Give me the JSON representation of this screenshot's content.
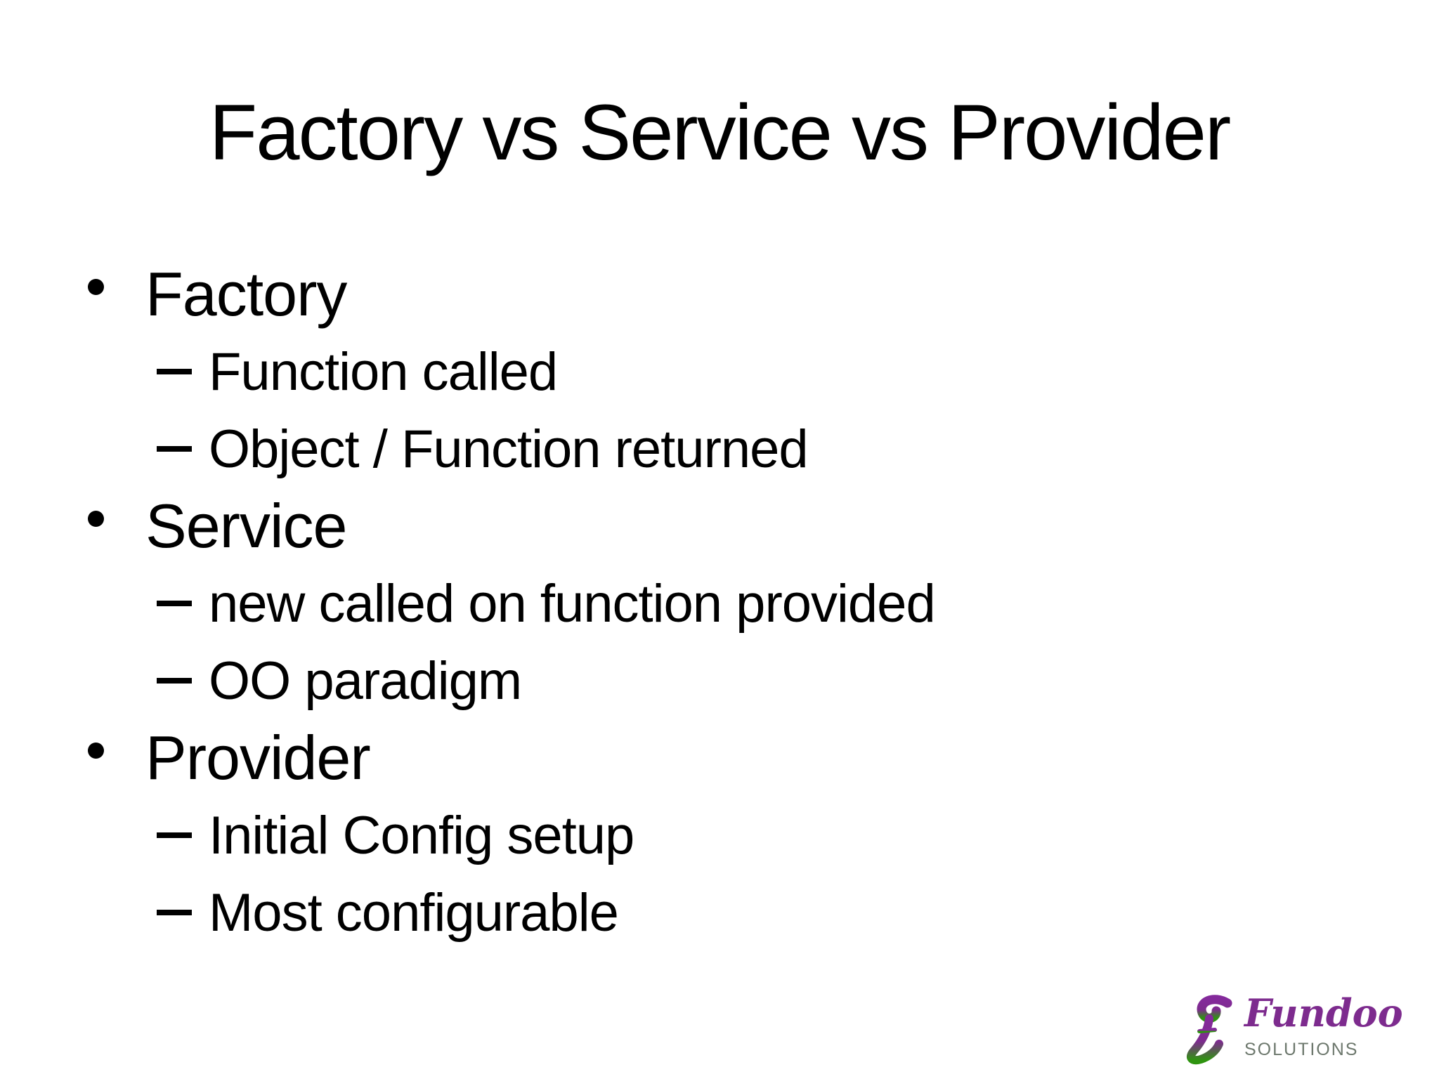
{
  "slide": {
    "title": "Factory vs Service vs Provider",
    "bullets": [
      {
        "label": "Factory",
        "sub": [
          "Function called",
          "Object / Function returned"
        ]
      },
      {
        "label": "Service",
        "sub": [
          "new called on function provided",
          "OO paradigm"
        ]
      },
      {
        "label": "Provider",
        "sub": [
          "Initial Config setup",
          "Most configurable"
        ]
      }
    ]
  },
  "logo": {
    "brand": "Fundoo",
    "tagline": "SOLUTIONS",
    "colors": {
      "mark_purple": "#842a9b",
      "mark_green": "#2f9410",
      "brand_purple": "#7d2b8e",
      "tagline_gray": "#6d786d"
    },
    "icons": {
      "mark": "fundoo-script-fs-gradient-swash"
    }
  },
  "canvas": {
    "background": "#ffffff",
    "text_color": "#000000",
    "bullet_marker": "disc",
    "sub_bullet_marker": "dash"
  }
}
